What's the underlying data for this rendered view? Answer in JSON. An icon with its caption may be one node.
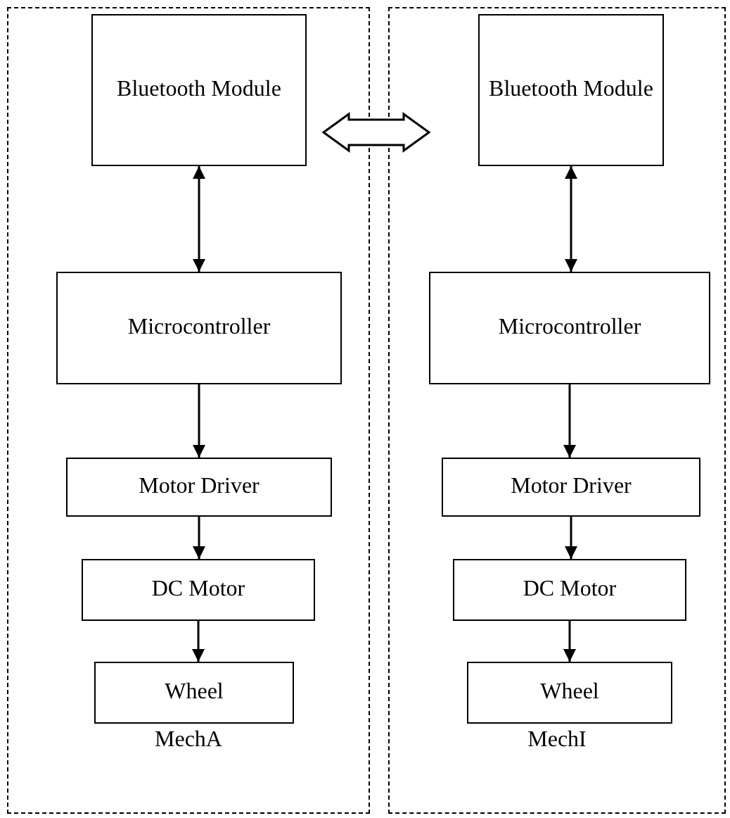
{
  "diagram": {
    "nodes": [
      {
        "text": [
          "MechA"
        ]
      },
      {
        "text": [
          "Bluetooth Module"
        ],
        "in": 0
      },
      {
        "text": [
          "Microcontroller"
        ],
        "in": 0
      },
      {
        "text": [
          "Motor Driver"
        ],
        "in": 0
      },
      {
        "text": [
          "DC Motor"
        ],
        "in": 0
      },
      {
        "text": [
          "Wheel"
        ],
        "in": 0
      },
      {
        "text": [
          "MechI"
        ]
      },
      {
        "text": [
          "Bluetooth Module"
        ],
        "in": 6
      },
      {
        "text": [
          "Microcontroller"
        ],
        "in": 6
      },
      {
        "text": [
          "Motor Driver"
        ],
        "in": 6
      },
      {
        "text": [
          "DC Motor"
        ],
        "in": 6
      },
      {
        "text": [
          "Wheel"
        ],
        "in": 6
      }
    ],
    "edges": [
      {
        "from": 1,
        "to": 2,
        "arrow": "both"
      },
      {
        "from": 2,
        "to": 3,
        "arrow": "to"
      },
      {
        "from": 3,
        "to": 4,
        "arrow": "to"
      },
      {
        "from": 4,
        "to": 5,
        "arrow": "to"
      },
      {
        "from": 7,
        "to": 8,
        "arrow": "both"
      },
      {
        "from": 8,
        "to": 9,
        "arrow": "to"
      },
      {
        "from": 9,
        "to": 10,
        "arrow": "to"
      },
      {
        "from": 10,
        "to": 11,
        "arrow": "to"
      },
      {
        "from": 1,
        "to": 7,
        "arrow": "both",
        "style": "thick"
      }
    ]
  }
}
